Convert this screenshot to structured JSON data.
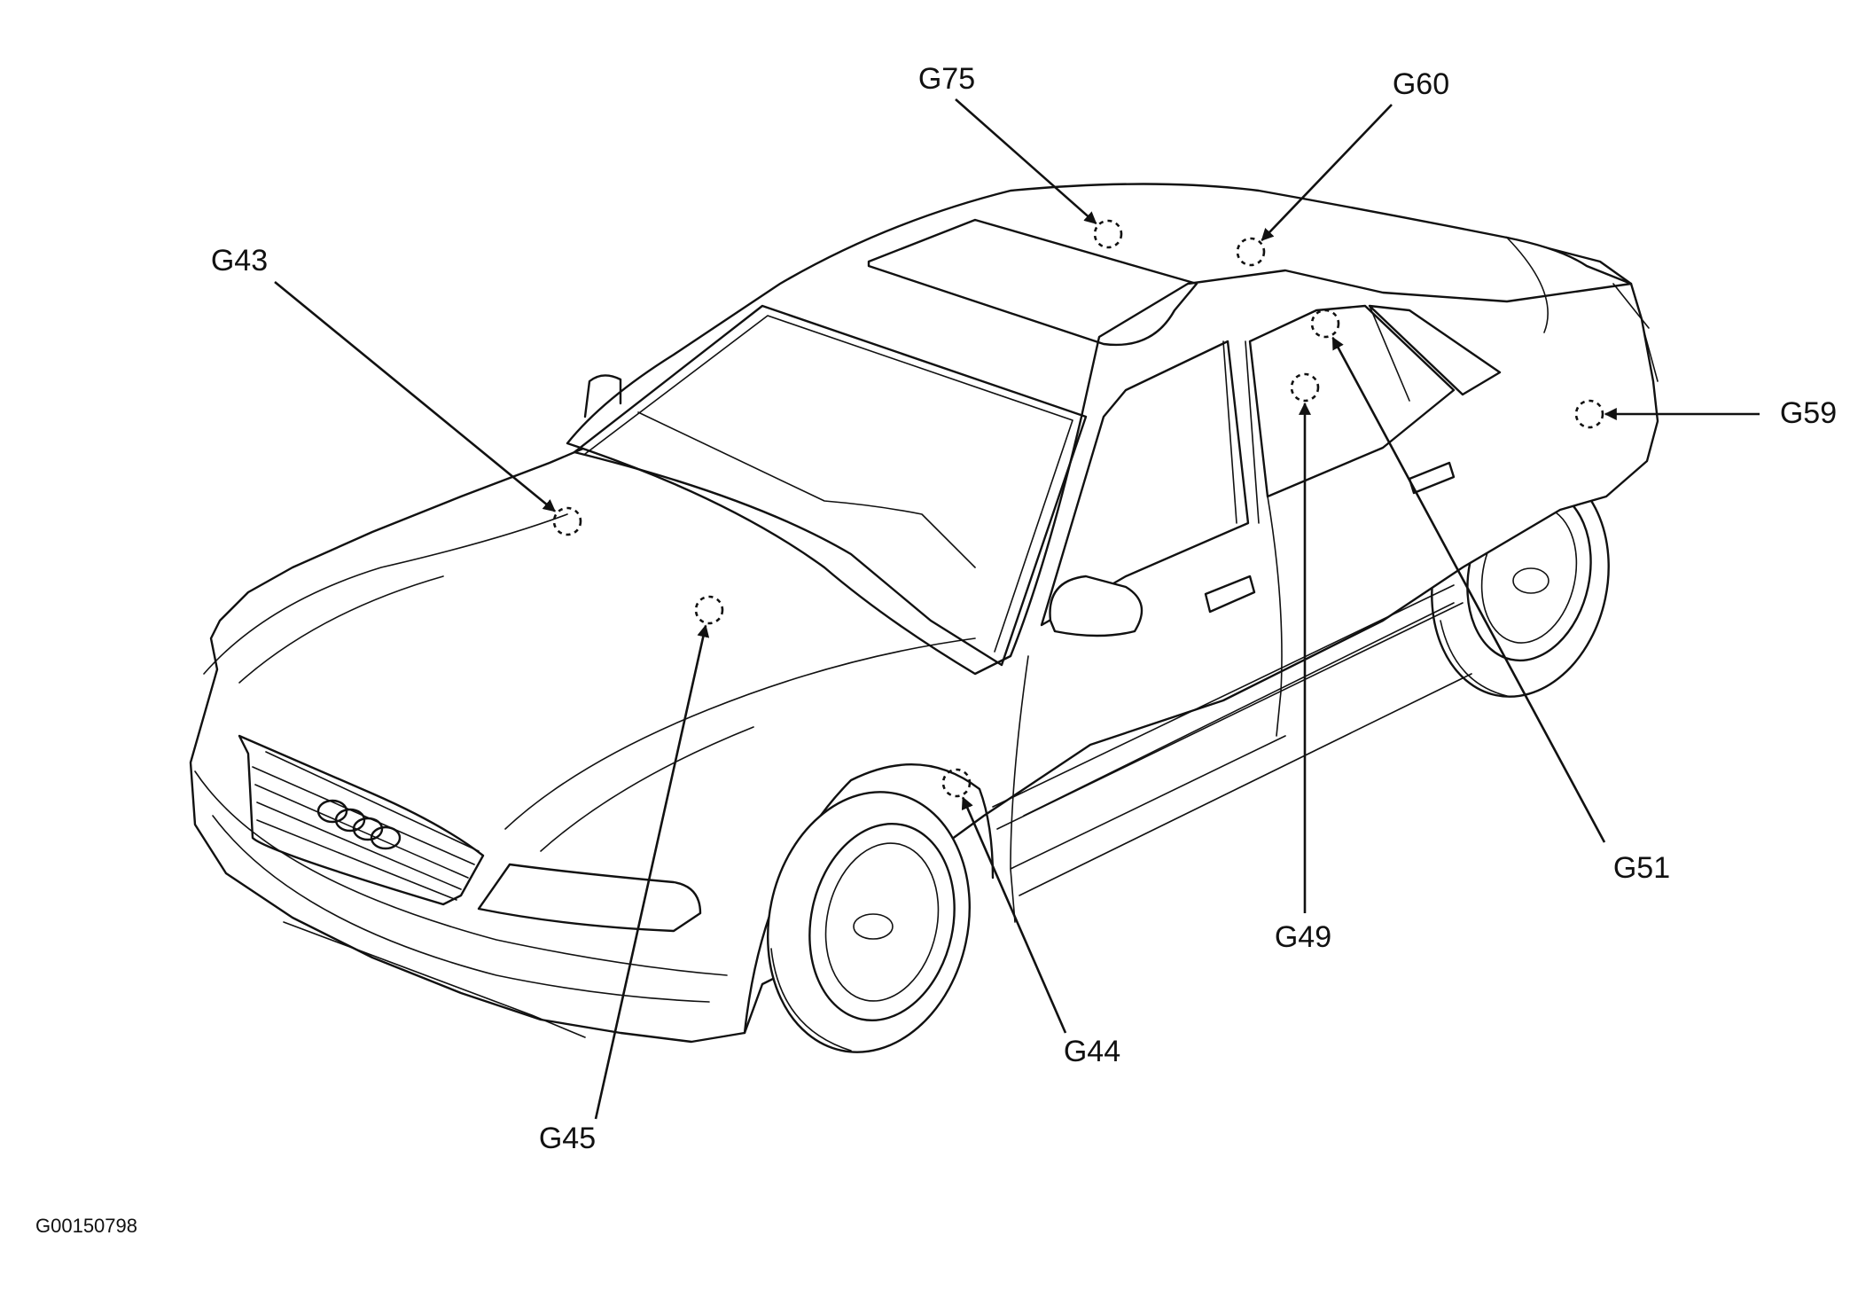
{
  "figure_id": "G00150798",
  "grounds": [
    {
      "id": "g43",
      "label": "G43"
    },
    {
      "id": "g45",
      "label": "G45"
    },
    {
      "id": "g75",
      "label": "G75"
    },
    {
      "id": "g60",
      "label": "G60"
    },
    {
      "id": "g59",
      "label": "G59"
    },
    {
      "id": "g51",
      "label": "G51"
    },
    {
      "id": "g49",
      "label": "G49"
    },
    {
      "id": "g44",
      "label": "G44"
    }
  ]
}
